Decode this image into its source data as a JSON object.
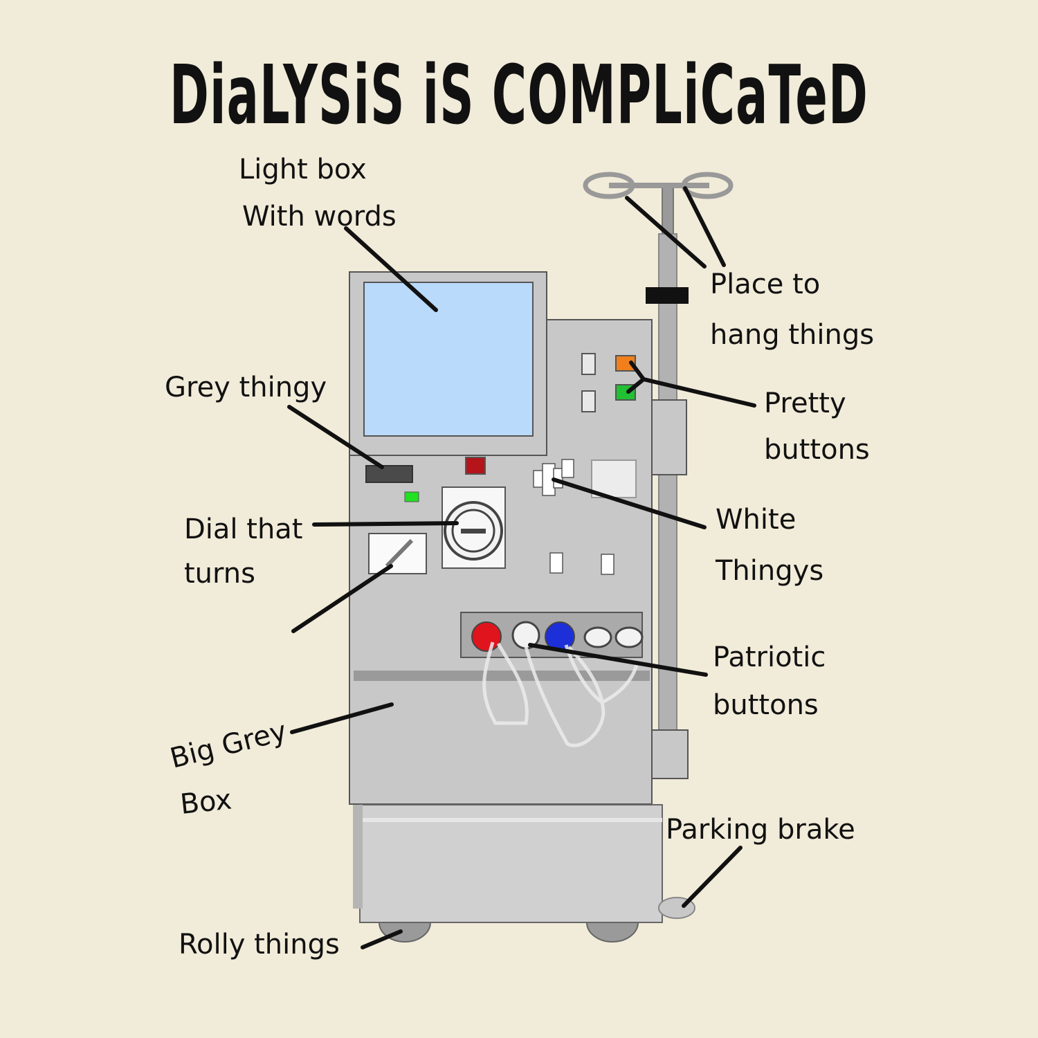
{
  "title": "DiaLYSiS iS COMPLiCaTeD",
  "labels": {
    "light_box": [
      "Light box",
      "With words"
    ],
    "place_to_hang": [
      "Place to",
      "hang things"
    ],
    "grey_thingy": [
      "Grey thingy"
    ],
    "pretty_buttons": [
      "Pretty",
      "buttons"
    ],
    "dial": [
      "Dial that",
      "turns"
    ],
    "white_thingys": [
      "White",
      "Thingys"
    ],
    "patriotic_buttons": [
      "Patriotic",
      "buttons"
    ],
    "big_grey_box": [
      "Big Grey",
      "Box"
    ],
    "parking_brake": [
      "Parking brake"
    ],
    "rolly_things": [
      "Rolly things"
    ]
  },
  "colors": {
    "background": "#f1ebd9",
    "machine_grey": "#c8c8c8",
    "screen_blue": "#b9dafb",
    "button_orange": "#f07f1c",
    "button_green": "#22c033",
    "indicator_red": "#b4141a",
    "connector_red": "#e0141c",
    "connector_blue": "#1d2fd8"
  }
}
